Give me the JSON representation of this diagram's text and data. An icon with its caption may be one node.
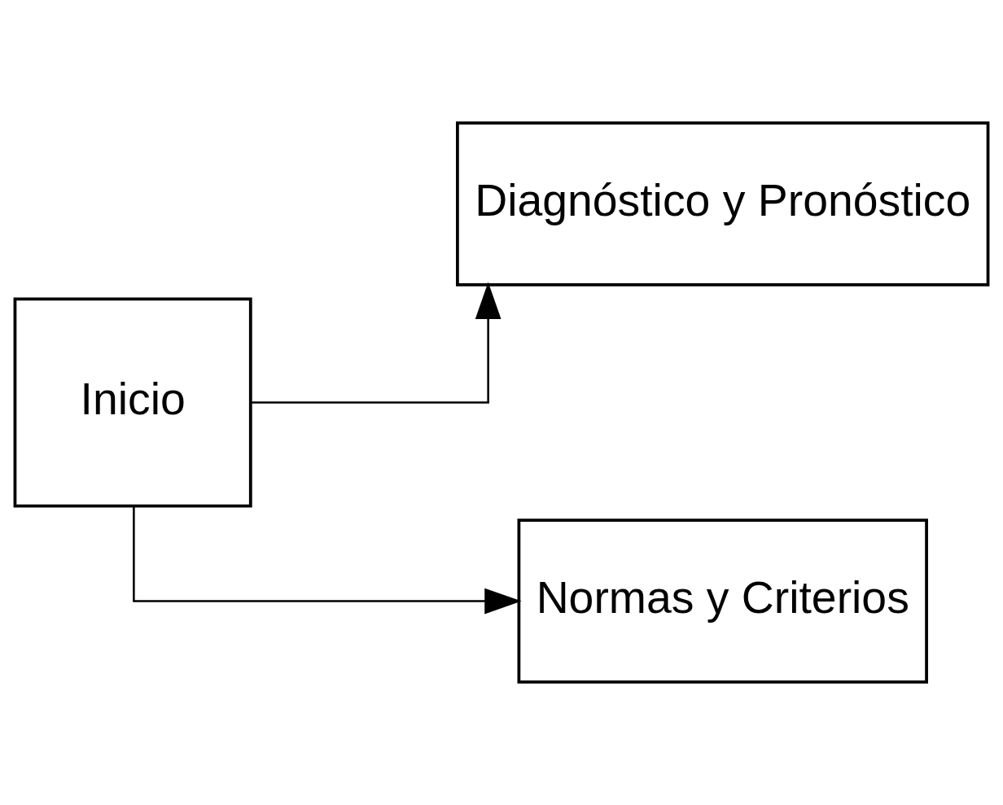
{
  "diagram": {
    "nodes": [
      {
        "text": [
          "Inicio"
        ]
      },
      {
        "text": [
          "Diagnóstico y Pronóstico"
        ]
      },
      {
        "text": [
          "Normas y Criterios"
        ]
      }
    ],
    "edges": [
      {
        "from": 0,
        "to": 1,
        "arrow": "to"
      },
      {
        "from": 0,
        "to": 2,
        "arrow": "to"
      }
    ]
  }
}
